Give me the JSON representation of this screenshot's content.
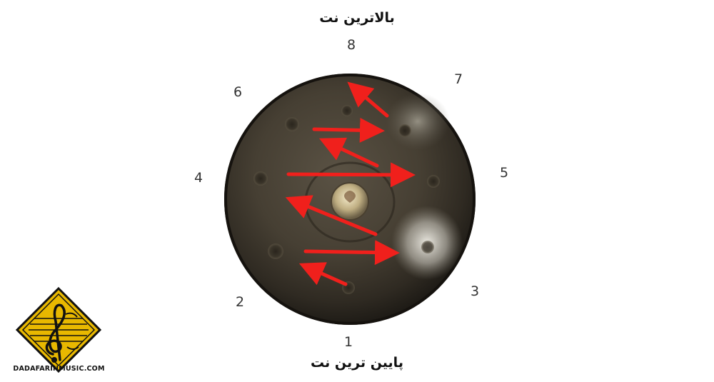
{
  "title_top": "بالاترین نت",
  "title_bottom": "پایین ترین نت",
  "notes": [
    {
      "id": "note-1",
      "label": "1"
    },
    {
      "id": "note-2",
      "label": "2"
    },
    {
      "id": "note-3",
      "label": "3"
    },
    {
      "id": "note-4",
      "label": "4"
    },
    {
      "id": "note-5",
      "label": "5"
    },
    {
      "id": "note-6",
      "label": "6"
    },
    {
      "id": "note-7",
      "label": "7"
    },
    {
      "id": "note-8",
      "label": "8"
    }
  ],
  "logo": {
    "brand_text": "DADAFARINMUSIC.COM",
    "icon": "treble-clef-diamond-icon"
  },
  "colors": {
    "arrow": "#f0201c",
    "logo_gold": "#e8b800",
    "drum_dark": "#3a3428"
  }
}
